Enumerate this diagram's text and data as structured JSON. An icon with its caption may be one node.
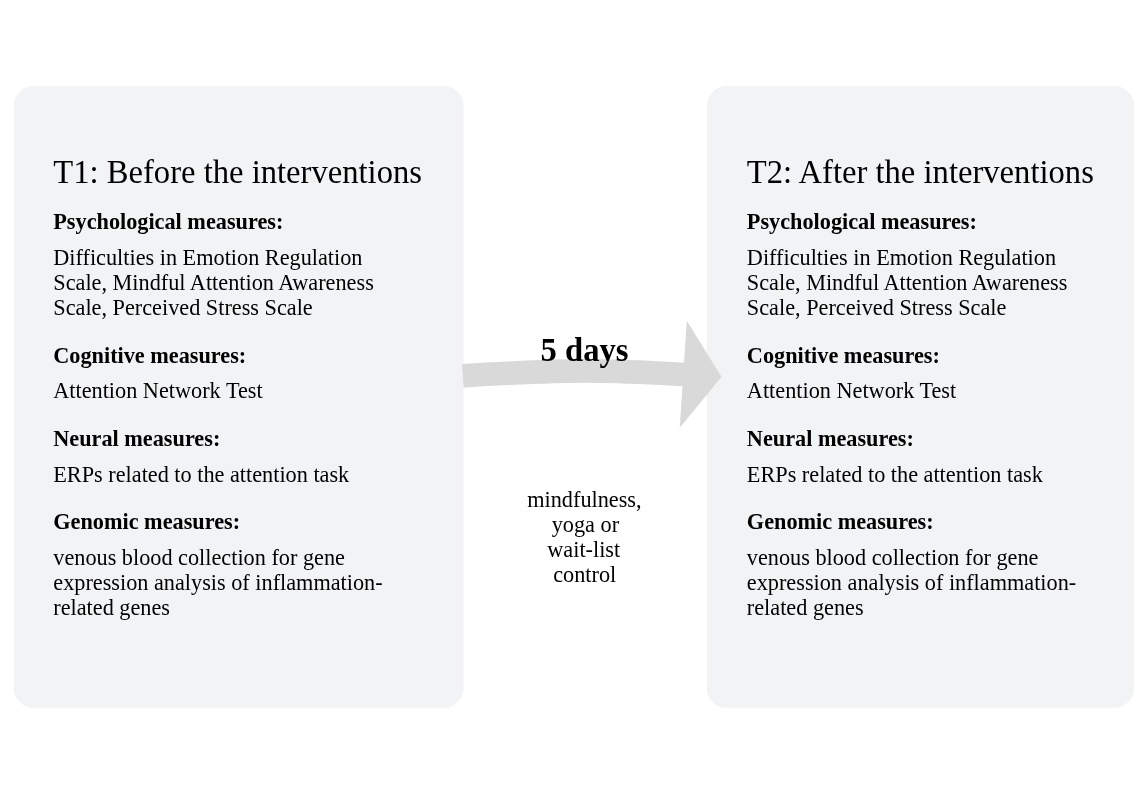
{
  "diagram": {
    "nodes": [
      {
        "text": [
          "T1: Before the interventions",
          "Psychological measures:",
          "Difficulties in Emotion Regulation Scale, Mindful Attention Awareness Scale, Perceived Stress Scale",
          "Cognitive measures:",
          "Attention Network Test",
          "Neural measures:",
          "ERPs related to the attention task",
          "Genomic measures:",
          "venous blood collection for gene expression analysis of inflammation-related genes"
        ]
      },
      {
        "text": [
          "T2: After the interventions",
          "Psychological measures:",
          "Difficulties in Emotion Regulation Scale, Mindful Attention Awareness Scale, Perceived Stress Scale",
          "Cognitive measures:",
          "Attention Network Test",
          "Neural measures:",
          "ERPs related to the attention task",
          "Genomic measures:",
          "venous blood collection for gene expression analysis of inflammation-related genes"
        ]
      }
    ],
    "edges": [
      {
        "from": 0,
        "to": 1,
        "arrow": "to",
        "label": "5 days"
      }
    ],
    "labels": [
      "mindfulness, yoga or wait-list control"
    ]
  }
}
